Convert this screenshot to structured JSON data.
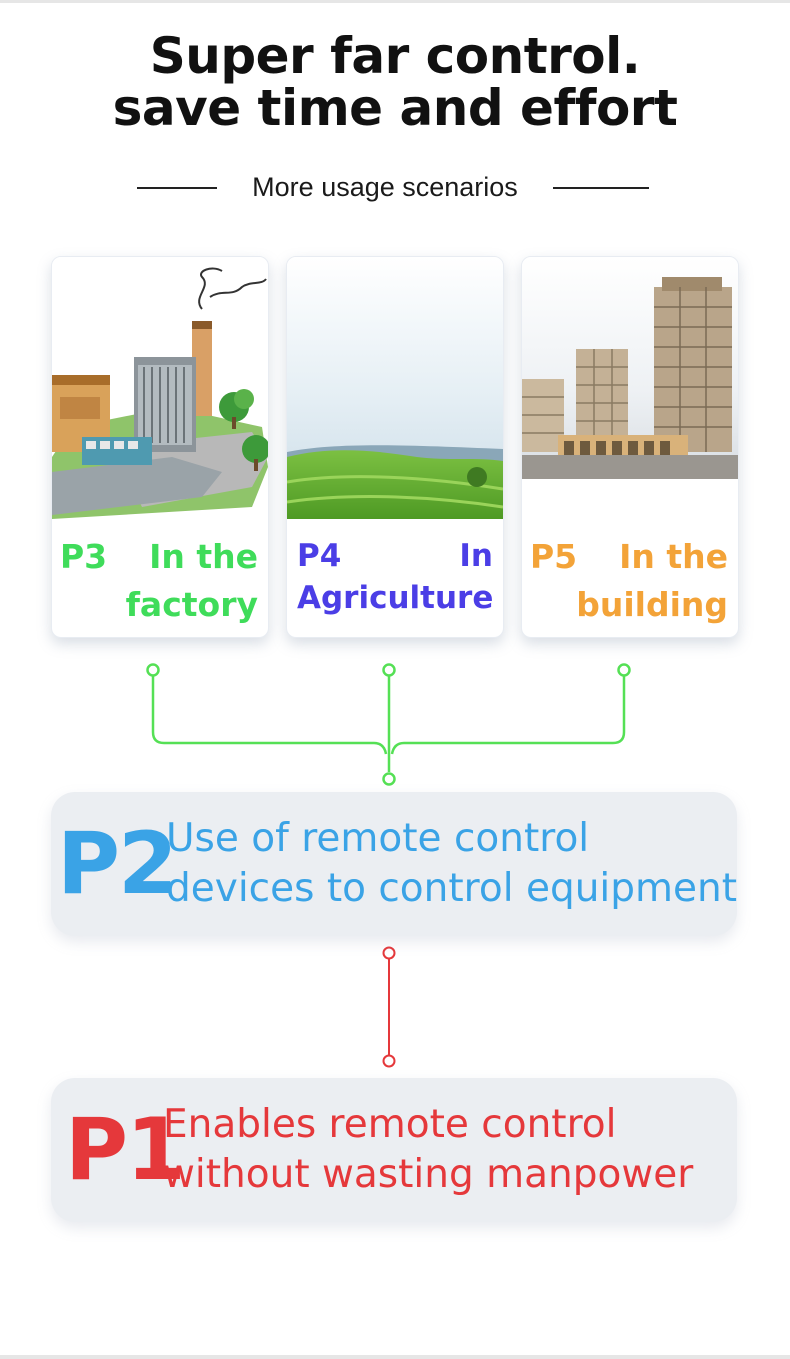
{
  "header": {
    "title_line1": "Super far control.",
    "title_line2": "save time and effort",
    "subtitle": "More usage scenarios"
  },
  "scenarios": [
    {
      "tag": "P3",
      "label_part1": "In the",
      "label_part2": "factory",
      "color": "#3fdc5a"
    },
    {
      "tag": "P4",
      "label_part1": "In",
      "label_part2": "Agriculture",
      "color": "#4b3ee6"
    },
    {
      "tag": "P5",
      "label_part1": "In the",
      "label_part2": "building",
      "color": "#f3a338"
    }
  ],
  "levels": [
    {
      "tag": "P2",
      "line1": "Use of remote control",
      "line2": "devices to control equipment",
      "color": "#3aa3e6"
    },
    {
      "tag": "P1",
      "line1": "Enables remote control",
      "line2": "without wasting manpower",
      "color": "#e5383b"
    }
  ],
  "colors": {
    "connector_top": "#55e055",
    "connector_bottom": "#e5383b"
  }
}
